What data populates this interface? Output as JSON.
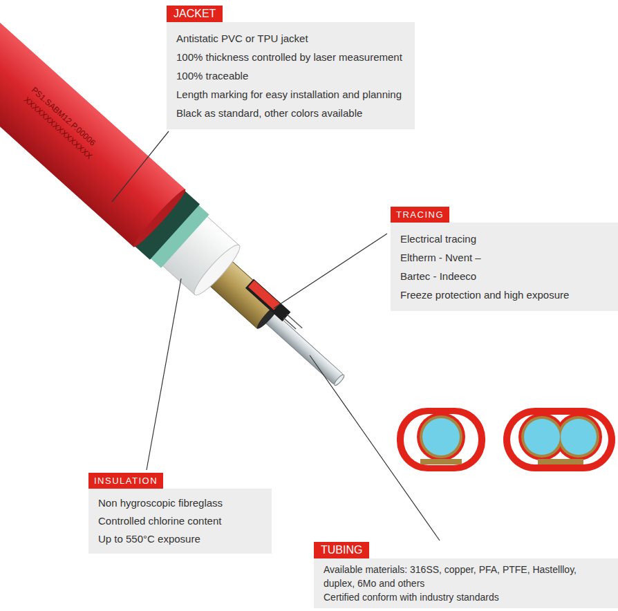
{
  "diagram": {
    "nodes": [
      {
        "text": [
          "JACKET",
          "Antistatic PVC or TPU jacket",
          "100% thickness controlled by laser measurement",
          "100% traceable",
          "Length marking for easy installation and planning",
          "Black as standard, other colors available"
        ]
      },
      {
        "text": [
          "TRACING",
          "Electrical tracing",
          "Eltherm - Nvent –",
          "Bartec - Indeeco",
          "Freeze protection and high exposure"
        ]
      },
      {
        "text": [
          "INSULATION",
          "Non hygroscopic fibreglass",
          "Controlled chlorine content",
          "Up to 550°C exposure"
        ]
      },
      {
        "text": [
          "TUBING",
          "Available materials: 316SS, copper, PFA, PTFE, Hastellloy, duplex, 6Mo and others",
          "Certified conform with industry standards"
        ]
      }
    ],
    "labels": [
      "PS1.SABM12.P.00006",
      "XXXXXXXXXXXXXXXX"
    ]
  }
}
